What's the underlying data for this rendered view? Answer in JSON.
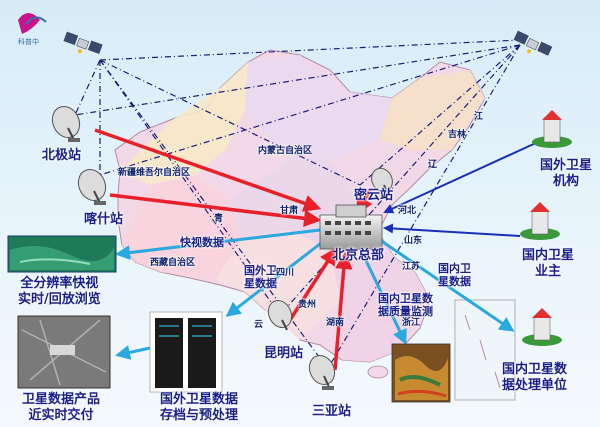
{
  "logo": {
    "text": "科普中"
  },
  "stations": {
    "beiji": "北极站",
    "kashi": "喀什站",
    "miyun": "密云站",
    "kunming": "昆明站",
    "sanya": "三亚站",
    "hq": "北京总部"
  },
  "orgs": {
    "foreign_sat": [
      "国外卫星",
      "机构"
    ],
    "domestic_owner": [
      "国内卫星",
      "业主"
    ],
    "domestic_proc": [
      "国内卫星数",
      "据处理单位"
    ]
  },
  "outputs": {
    "quicklook": [
      "全分辨率快视",
      "实时/回放浏览"
    ],
    "products": [
      "卫星数据产品",
      "近实时交付"
    ],
    "archive": [
      "国外卫星数据",
      "存档与预处理"
    ]
  },
  "flows": {
    "quickview": "快视数据",
    "foreign_data": [
      "国外卫",
      "星数据"
    ],
    "domestic_data": [
      "国内卫",
      "星数据"
    ],
    "quality": [
      "国内卫星数",
      "据质量监测"
    ]
  },
  "map_labels": {
    "xinjiang": "新疆维吾尔自治区",
    "xizang": "西藏自治区",
    "neimenggu": "内蒙古自治区",
    "qinghai": "青",
    "gansu": "甘肃",
    "sichuan": "四川",
    "yunnan": "云",
    "guizhou": "贵州",
    "hebei": "河北",
    "shandong": "山东",
    "jilin": "吉林",
    "liaoning": "辽",
    "heilongjiang": "江",
    "jiangsu": "江苏",
    "zhejiang": "浙江",
    "hunan": "湖南"
  },
  "colors": {
    "red_arrow": "#e8202a",
    "blue_arrow": "#1a2fb8",
    "cyan_arrow": "#2aa8e0",
    "dash": "#1c1c7a",
    "map_fill": "#f2d7e6",
    "map_stroke": "#b58aa3"
  }
}
